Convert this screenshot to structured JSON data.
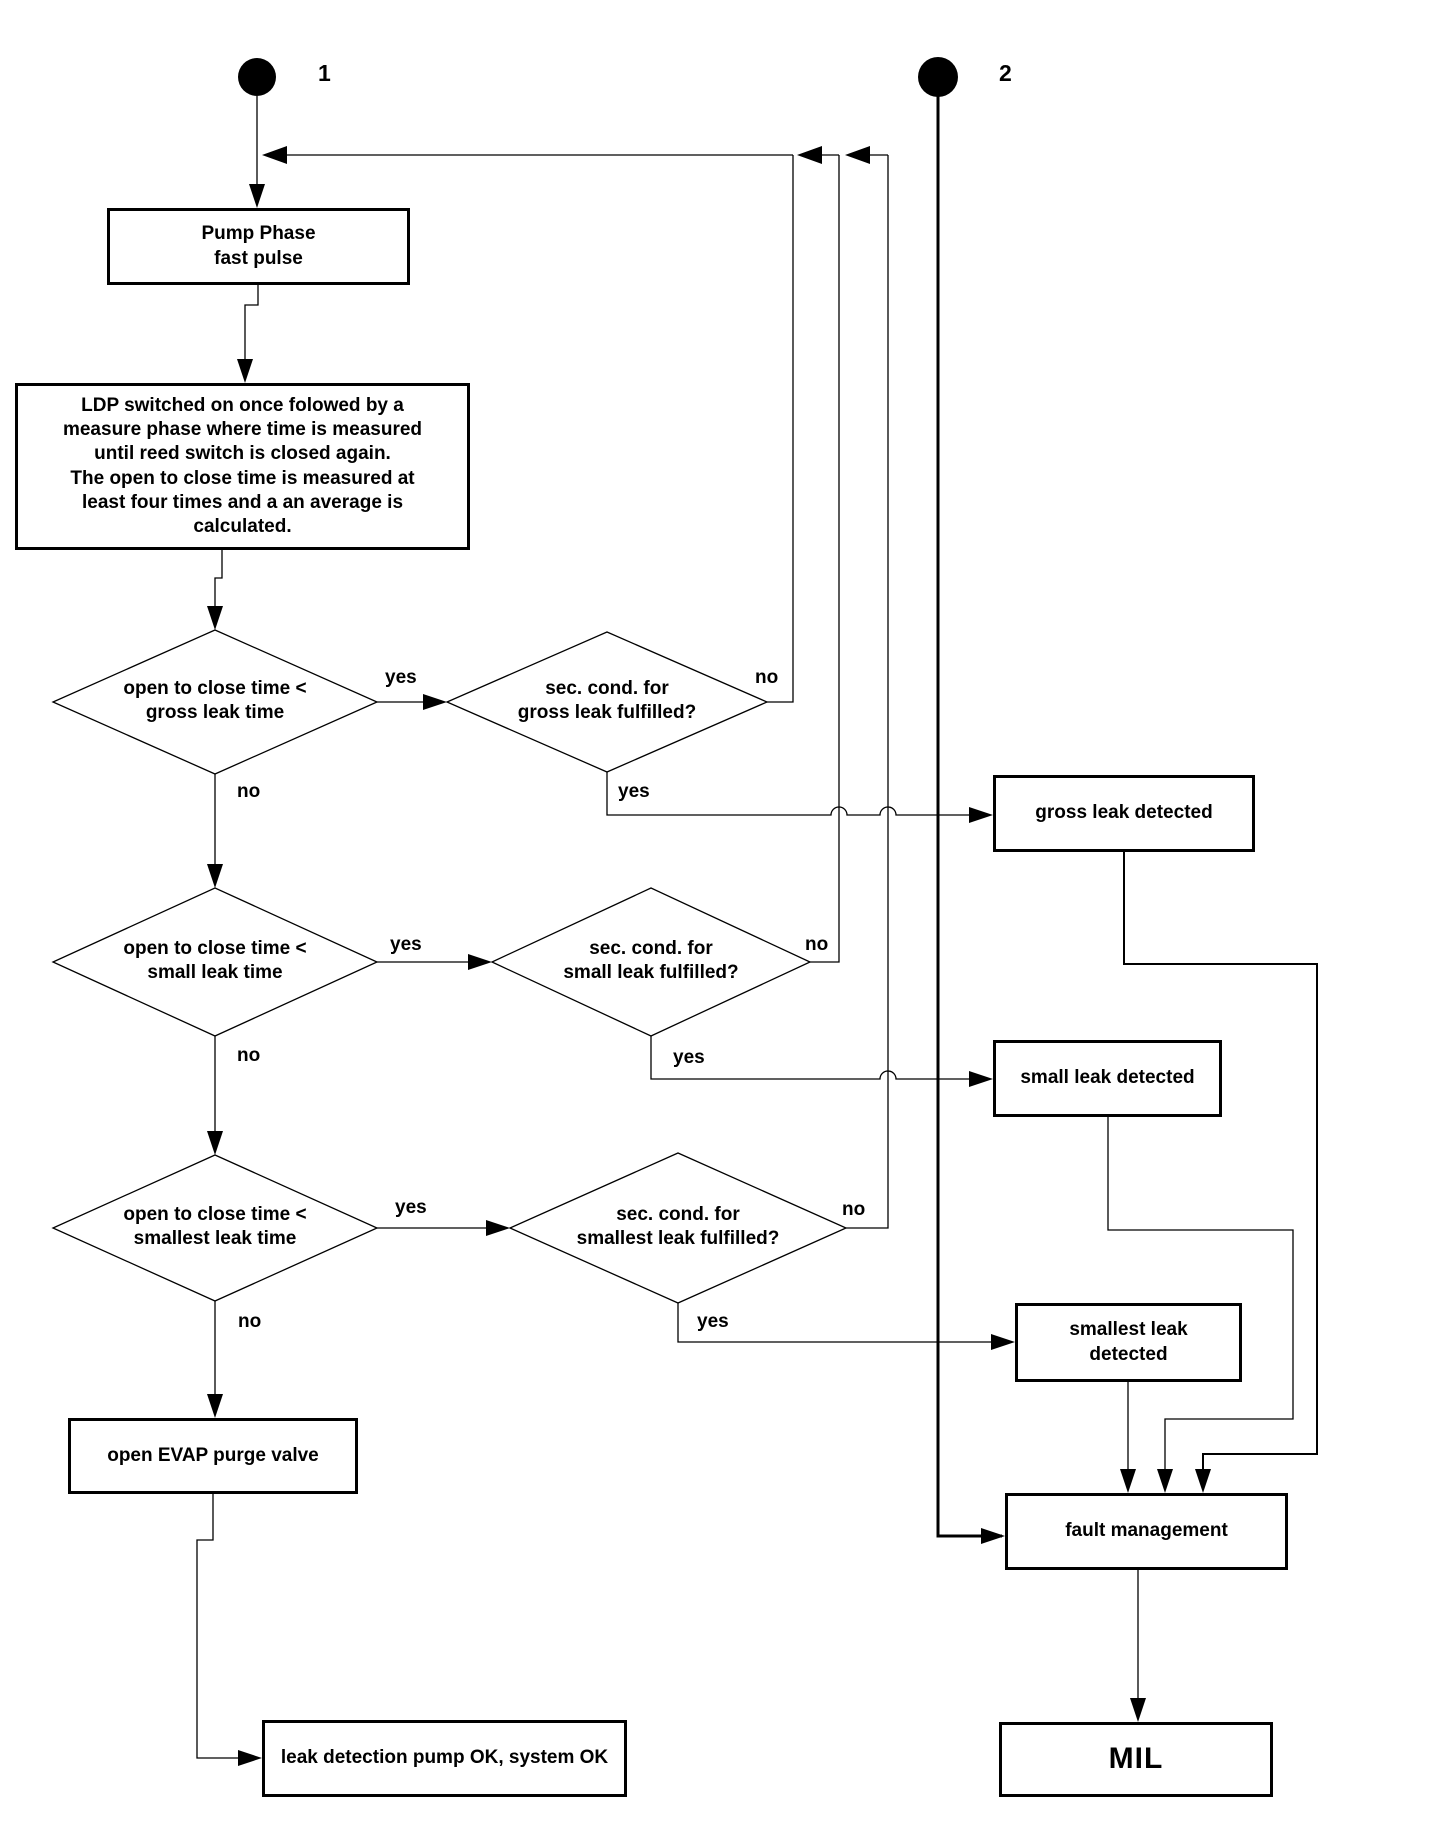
{
  "diagram": {
    "title_hint": "LDP leak detection flowchart",
    "start_nodes": {
      "one": "1",
      "two": "2"
    },
    "boxes": {
      "pump_phase": "Pump Phase\nfast pulse",
      "ldp_measure": "LDP switched on once folowed by a\nmeasure phase where time is measured\nuntil reed switch is closed again.\nThe open to close time is measured at\nleast four times and a an average is\ncalculated.",
      "gross_leak_detected": "gross leak detected",
      "small_leak_detected": "small leak detected",
      "smallest_leak_detected": "smallest leak\ndetected",
      "open_evap": "open EVAP purge valve",
      "fault_management": "fault management",
      "system_ok": "leak detection pump OK, system OK",
      "mil": "MIL"
    },
    "decisions": {
      "gross_time": "open to close time <\ngross leak time",
      "gross_sec_cond": "sec. cond. for\ngross leak fulfilled?",
      "small_time": "open to close time <\nsmall leak time",
      "small_sec_cond": "sec. cond. for\nsmall leak fulfilled?",
      "smallest_time": "open to close time <\nsmallest leak time",
      "smallest_sec_cond": "sec. cond. for\nsmallest leak fulfilled?"
    },
    "edge_labels": {
      "yes": "yes",
      "no": "no"
    }
  }
}
